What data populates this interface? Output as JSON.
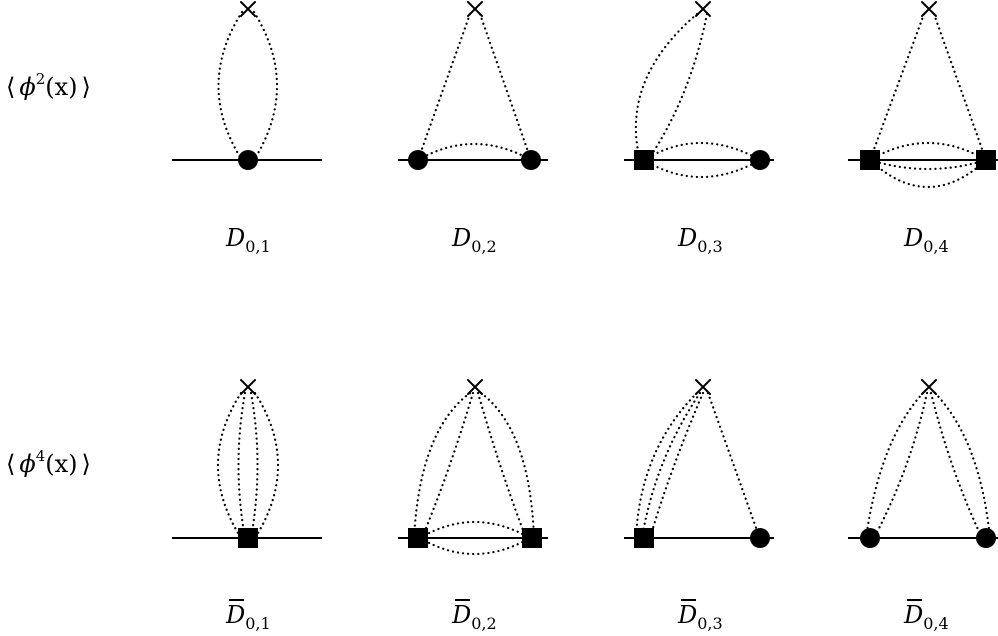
{
  "rows": [
    {
      "operator": {
        "open": "⟨",
        "phi": "ϕ",
        "power": "2",
        "arg": "(x)",
        "close": "⟩"
      },
      "diagrams": [
        {
          "symbol": "D",
          "bar": false,
          "subscript": "0,1"
        },
        {
          "symbol": "D",
          "bar": false,
          "subscript": "0,2"
        },
        {
          "symbol": "D",
          "bar": false,
          "subscript": "0,3"
        },
        {
          "symbol": "D",
          "bar": false,
          "subscript": "0,4"
        }
      ]
    },
    {
      "operator": {
        "open": "⟨",
        "phi": "ϕ",
        "power": "4",
        "arg": "(x)",
        "close": "⟩"
      },
      "diagrams": [
        {
          "symbol": "D",
          "bar": true,
          "subscript": "0,1"
        },
        {
          "symbol": "D",
          "bar": true,
          "subscript": "0,2"
        },
        {
          "symbol": "D",
          "bar": true,
          "subscript": "0,3"
        },
        {
          "symbol": "D",
          "bar": true,
          "subscript": "0,4"
        }
      ]
    }
  ]
}
